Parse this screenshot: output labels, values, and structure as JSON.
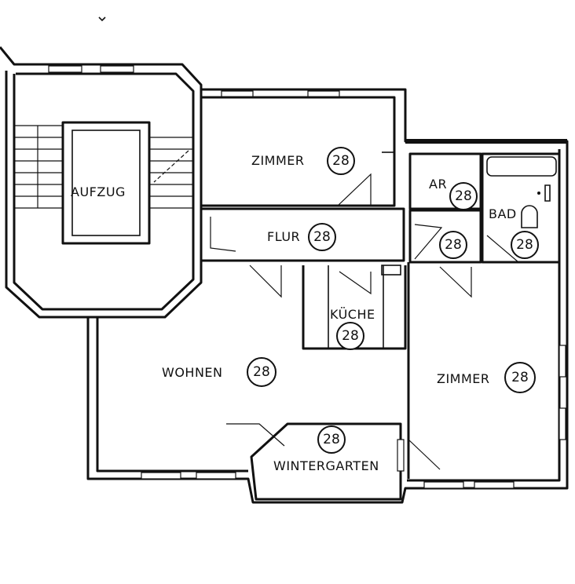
{
  "rooms": [
    {
      "key": "aufzug",
      "label": "AUFZUG",
      "code": ""
    },
    {
      "key": "zimmer1",
      "label": "ZIMMER",
      "code": "28"
    },
    {
      "key": "ar",
      "label": "AR",
      "code": "28"
    },
    {
      "key": "bad",
      "label": "BAD",
      "code": "28"
    },
    {
      "key": "flur",
      "label": "FLUR",
      "code": "28"
    },
    {
      "key": "ar_lower",
      "label": "",
      "code": "28"
    },
    {
      "key": "kueche",
      "label": "KÜCHE",
      "code": "28"
    },
    {
      "key": "wohnen",
      "label": "WOHNEN",
      "code": "28"
    },
    {
      "key": "zimmer2",
      "label": "ZIMMER",
      "code": "28"
    },
    {
      "key": "wintergarten",
      "label": "WINTERGARTEN",
      "code": "28"
    }
  ]
}
